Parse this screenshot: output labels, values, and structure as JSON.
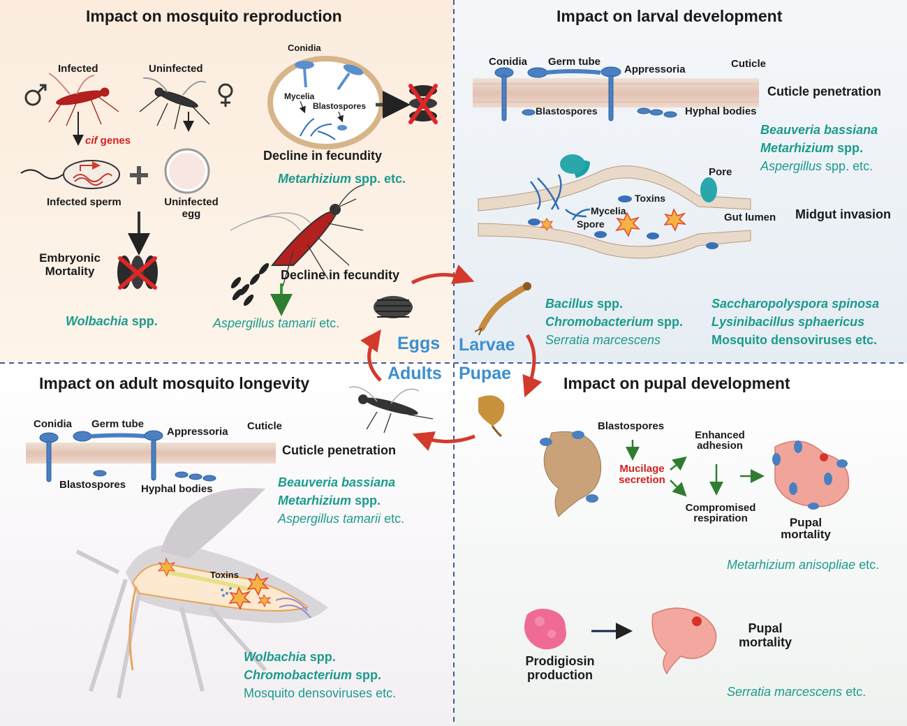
{
  "quadrants": {
    "reproduction": {
      "title": "Impact on mosquito reproduction",
      "infected": "Infected",
      "uninfected": "Uninfected",
      "cif_italic": "cif",
      "cif_rest": " genes",
      "infected_sperm": "Infected sperm",
      "uninfected_egg_1": "Uninfected",
      "uninfected_egg_2": "egg",
      "embryonic_1": "Embryonic",
      "embryonic_2": "Mortality",
      "conidia": "Conidia",
      "mycelia": "Mycelia",
      "blastospores": "Blastospores",
      "decline_1": "Decline in fecundity",
      "decline_2": "Decline in fecundity",
      "org_metarhizium_b": "Metarhizium",
      "org_metarhizium_r": " spp. etc.",
      "org_wolbachia_b": "Wolbachia",
      "org_wolbachia_r": " spp.",
      "org_aspergillus_i": "Aspergillus tamarii",
      "org_aspergillus_r": " etc."
    },
    "larval": {
      "title": "Impact on larval development",
      "conidia": "Conidia",
      "germ_tube": "Germ tube",
      "appressoria": "Appressoria",
      "cuticle": "Cuticle",
      "cuticle_penetration": "Cuticle penetration",
      "blastospores": "Blastospores",
      "hyphal_bodies": "Hyphal bodies",
      "org1_b": "Beauveria bassiana",
      "org2_b": "Metarhizium",
      "org2_r": " spp.",
      "org3_i": "Aspergillus",
      "org3_r": " spp. etc.",
      "pore": "Pore",
      "toxins": "Toxins",
      "mycelia": "Mycelia",
      "spore": "Spore",
      "gut_lumen": "Gut lumen",
      "midgut_invasion": "Midgut invasion",
      "bac1_b": "Bacillus",
      "bac1_r": " spp.",
      "bac2_b": "Chromobacterium",
      "bac2_r": " spp.",
      "bac3_i": "Serratia marcescens",
      "bac4_b": "Saccharopolyspora spinosa",
      "bac5_b": "Lysinibacillus sphaericus",
      "bac6": "Mosquito densoviruses etc."
    },
    "adult": {
      "title": "Impact on adult mosquito longevity",
      "conidia": "Conidia",
      "germ_tube": "Germ tube",
      "appressoria": "Appressoria",
      "cuticle": "Cuticle",
      "cuticle_penetration": "Cuticle penetration",
      "blastospores": "Blastospores",
      "hyphal_bodies": "Hyphal bodies",
      "org1_b": "Beauveria bassiana",
      "org2_b": "Metarhizium",
      "org2_r": " spp.",
      "org3_i": "Aspergillus tamarii",
      "org3_r": " etc.",
      "toxins": "Toxins",
      "org4_b": "Wolbachia",
      "org4_r": " spp.",
      "org5_b": "Chromobacterium",
      "org5_r": " spp.",
      "org6": "Mosquito densoviruses etc."
    },
    "pupal": {
      "title": "Impact on pupal development",
      "blastospores": "Blastospores",
      "mucilage_1": "Mucilage",
      "mucilage_2": "secretion",
      "enhanced_1": "Enhanced",
      "enhanced_2": "adhesion",
      "compromised_1": "Compromised",
      "compromised_2": "respiration",
      "pupal_mortality_1a": "Pupal",
      "pupal_mortality_1b": "mortality",
      "org1_i": "Metarhizium anisopliae",
      "org1_r": " etc.",
      "prodigiosin_1": "Prodigiosin",
      "prodigiosin_2": "production",
      "pupal_mortality_2a": "Pupal",
      "pupal_mortality_2b": "mortality",
      "org2_i": "Serratia marcescens",
      "org2_r": " etc."
    }
  },
  "lifecycle": {
    "eggs": "Eggs",
    "larvae": "Larvae",
    "adults": "Adults",
    "pupae": "Pupae"
  },
  "colors": {
    "teal": "#1b9a8c",
    "stage_blue": "#3b8fd0",
    "cycle_red": "#d33a2c",
    "fungus_blue": "#4a7fc1"
  }
}
